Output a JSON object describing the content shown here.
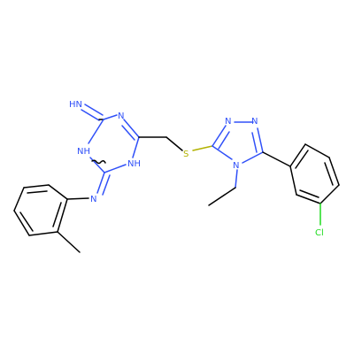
{
  "colors": {
    "carbon": "#000000",
    "nitrogen": "#3050F8",
    "sulfur": "#B2B200",
    "chlorine": "#1FDB1F"
  },
  "atoms": {
    "imine_nh": "HN",
    "triazine_n_top": "N",
    "triazine_nh_left": "NH",
    "triazine_nh_right": "NH",
    "anilino_n": "N",
    "sulfur": "S",
    "triazole_n1": "N",
    "triazole_n2": "N",
    "triazole_n4": "N",
    "chlorine": "Cl"
  }
}
